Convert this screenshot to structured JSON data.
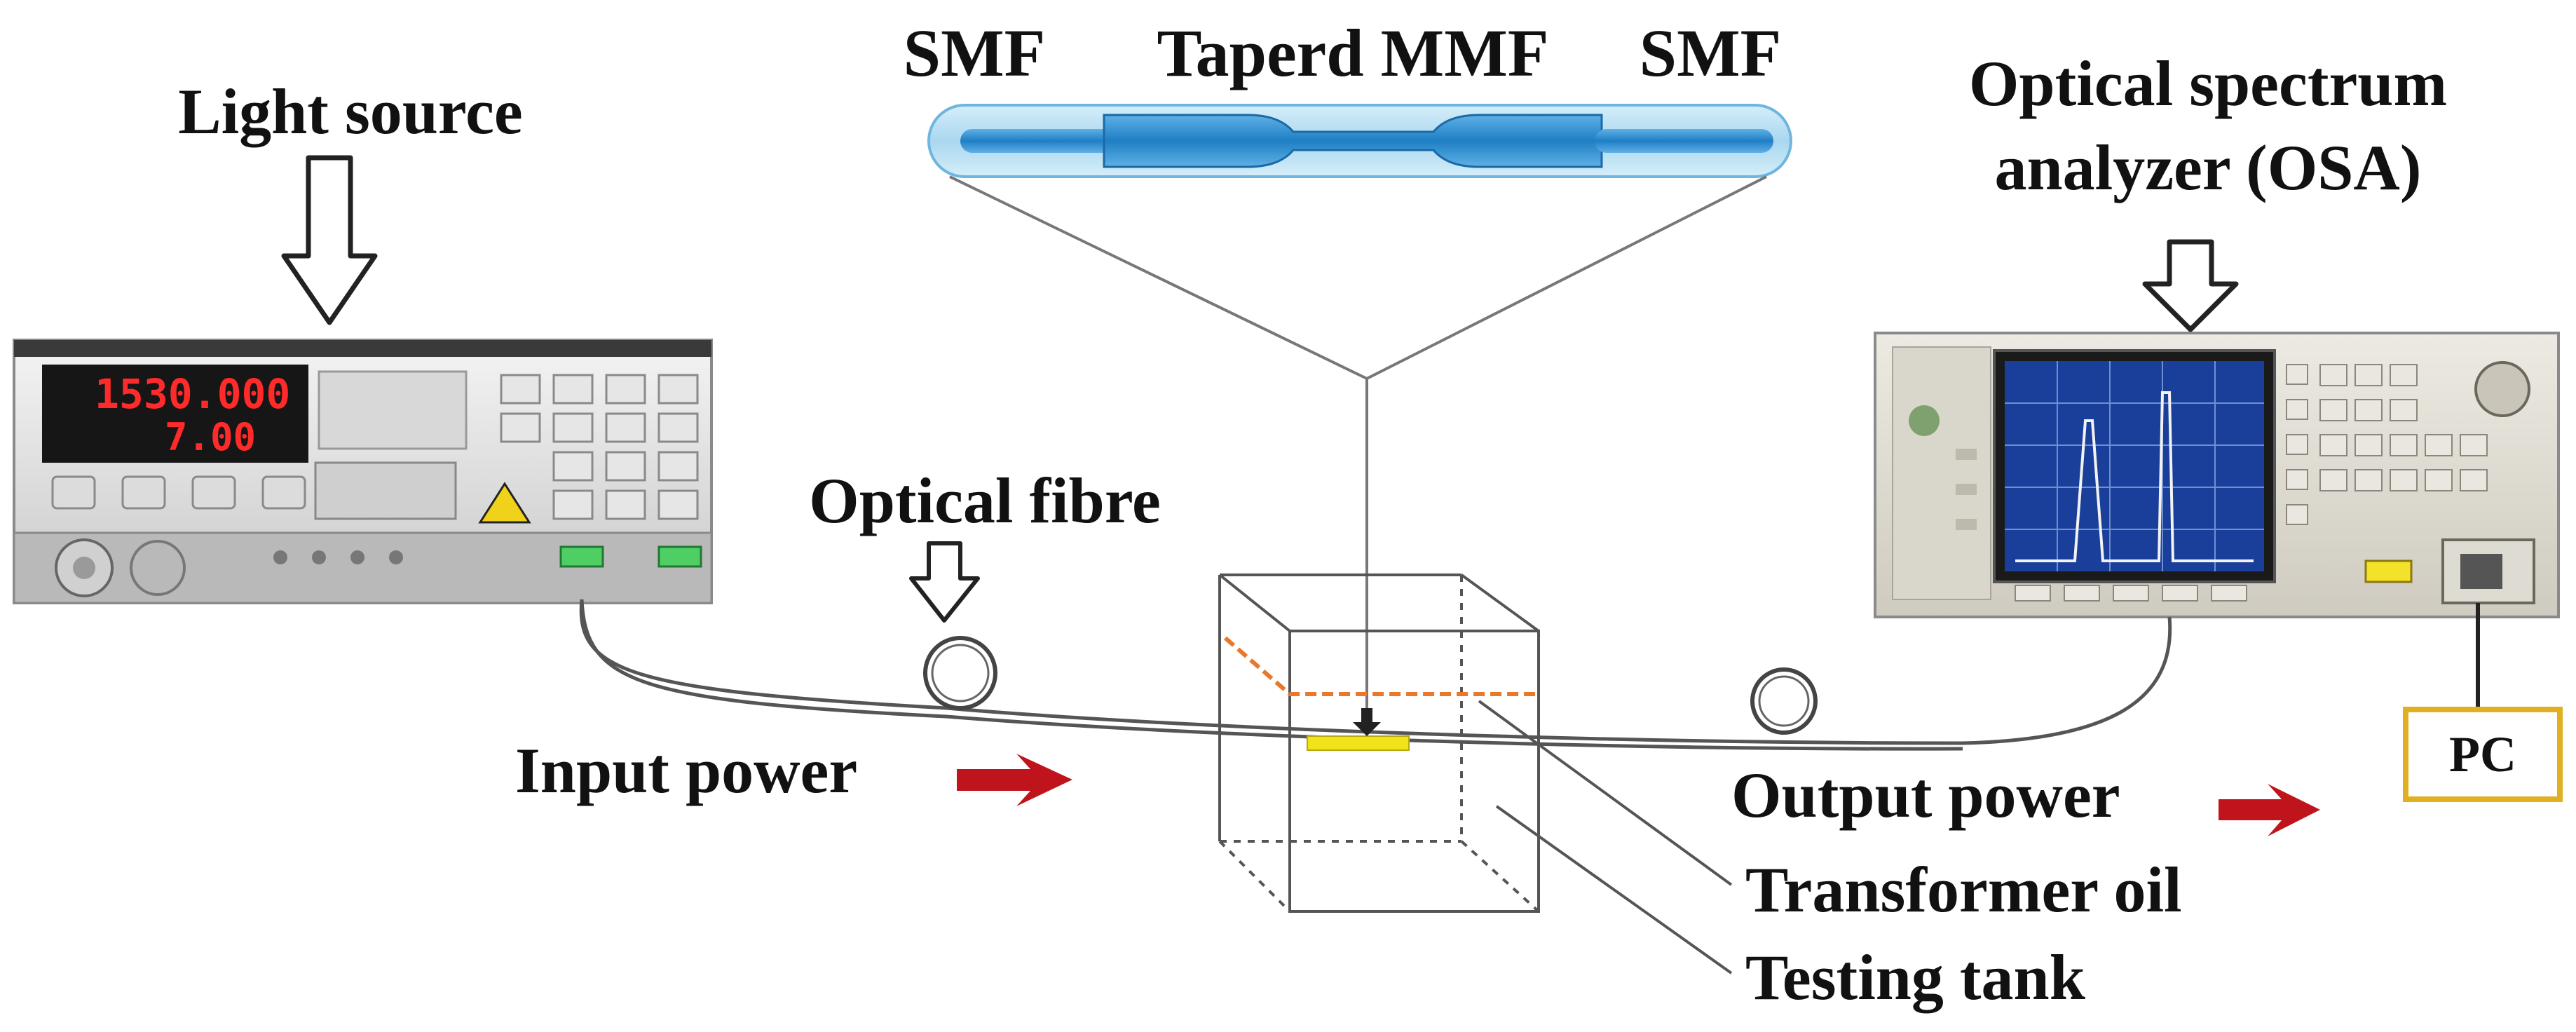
{
  "labels": {
    "light_source": "Light source",
    "osa_line1": "Optical spectrum",
    "osa_line2": "analyzer (OSA)",
    "optical_fibre": "Optical fibre",
    "input_power": "Input power",
    "output_power": "Output power",
    "transformer_oil": "Transformer oil",
    "testing_tank": "Testing tank",
    "pc": "PC"
  },
  "fibre_segments": {
    "smf_left": "SMF",
    "tapered_mmf": "Taperd MMF",
    "smf_right": "SMF"
  },
  "light_source_display": {
    "wavelength_readout": "1530.000",
    "power_readout": "7.00"
  },
  "colors": {
    "power_arrow": "#c0141c",
    "oil_line": "#e8782a",
    "sensor": "#f2e21a",
    "pc_border": "#e0b020",
    "fibre_core": "#1f7fc4",
    "fibre_cladding": "#a9d7ef",
    "lcd_text": "#ff2a2a",
    "osa_screen": "#1a3f9a"
  },
  "icons": {
    "pointer": "hollow-down-arrow-icon",
    "flow": "red-arrow-icon",
    "coil": "fibre-coil-icon"
  }
}
